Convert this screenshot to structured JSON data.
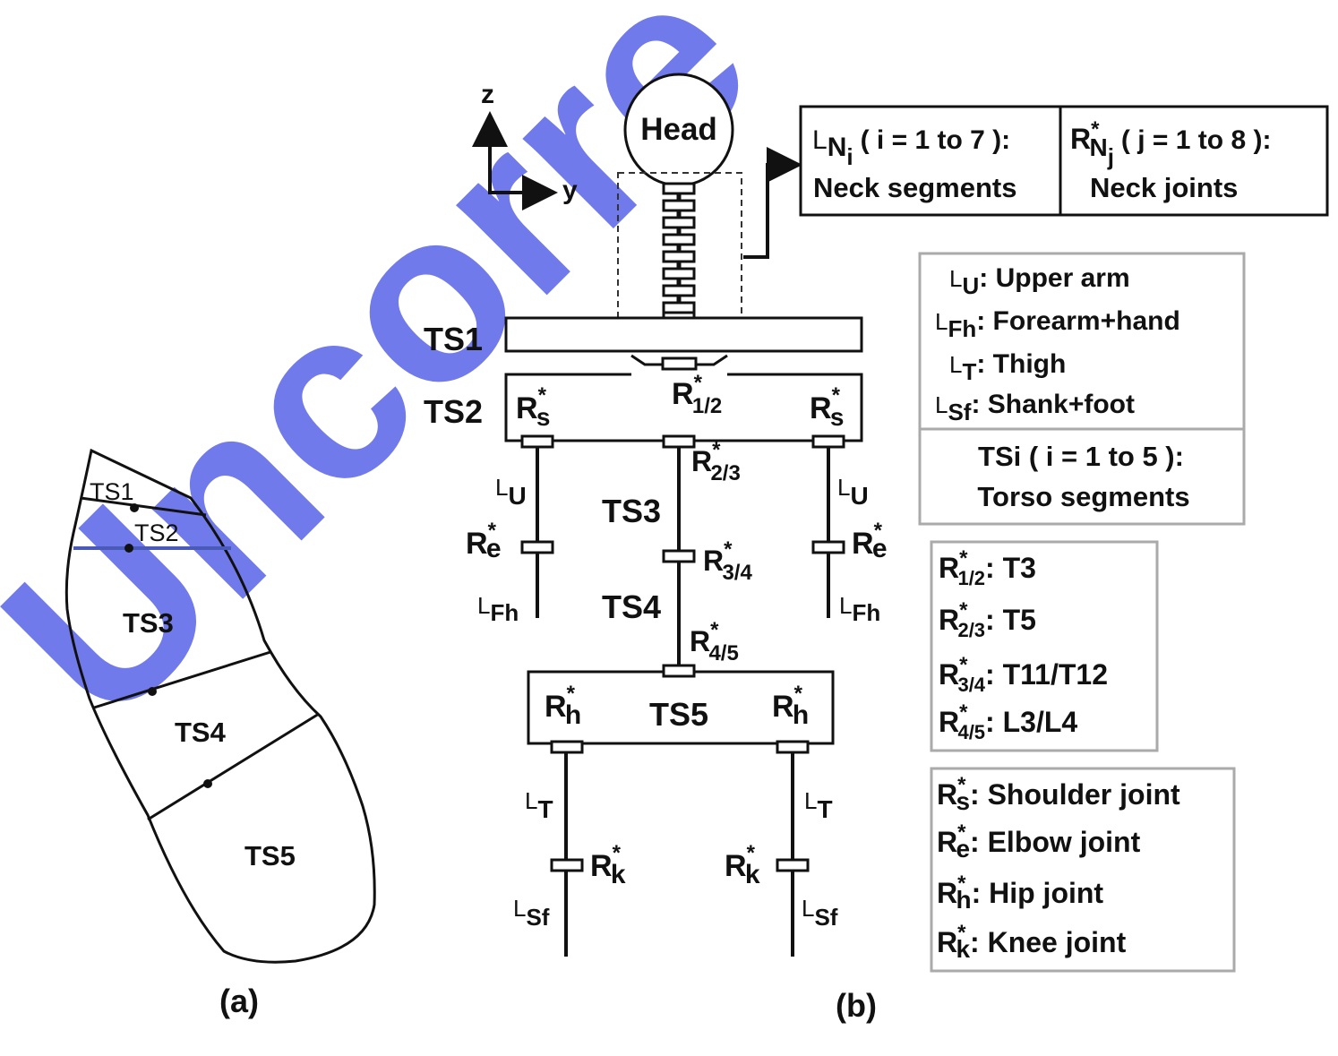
{
  "watermark": "Uncorre",
  "panel_a": {
    "caption": "(a)",
    "segments": [
      "TS1",
      "TS2",
      "TS3",
      "TS4",
      "TS5"
    ]
  },
  "panel_b": {
    "caption": "(b)",
    "axes": {
      "z": "z",
      "y": "y"
    },
    "head": "Head",
    "torso_labels": [
      "TS1",
      "TS2",
      "TS3",
      "TS4",
      "TS5"
    ],
    "joints": {
      "r12_base": "R",
      "r12_sup": "*",
      "r12_sub": "1/2",
      "r23_base": "R",
      "r23_sup": "*",
      "r23_sub": "2/3",
      "r34_base": "R",
      "r34_sup": "*",
      "r34_sub": "3/4",
      "r45_base": "R",
      "r45_sup": "*",
      "r45_sub": "4/5",
      "rs_base": "R",
      "rs_sup": "*",
      "rs_sub": "s",
      "re_base": "R",
      "re_sup": "*",
      "re_sub": "e",
      "rh_base": "R",
      "rh_sup": "*",
      "rh_sub": "h",
      "rk_base": "R",
      "rk_sup": "*",
      "rk_sub": "k"
    },
    "limbs": {
      "lu_base": "L",
      "lu_sub": "U",
      "lfh_base": "L",
      "lfh_sub": "Fh",
      "lt_base": "L",
      "lt_sub": "T",
      "lsf_base": "L",
      "lsf_sub": "Sf"
    }
  },
  "neck_box": {
    "left": {
      "base": "L",
      "sub": "N",
      "subsub": "i",
      "range": "( i = 1 to 7 ):",
      "desc": "Neck segments"
    },
    "right": {
      "base": "R",
      "sup": "*",
      "sub": "N",
      "subsub": "j",
      "range": "( j = 1 to 8 ):",
      "desc": "Neck joints"
    }
  },
  "legend_segments": {
    "items": [
      {
        "base": "L",
        "sub": "U",
        "desc": ": Upper arm"
      },
      {
        "base": "L",
        "sub": "Fh",
        "desc": ": Forearm+hand"
      },
      {
        "base": "L",
        "sub": "T",
        "desc": ": Thigh"
      },
      {
        "base": "L",
        "sub": "Sf",
        "desc": ": Shank+foot"
      }
    ],
    "torso_line1": "TSi ( i = 1 to 5 ):",
    "torso_line2": "Torso segments"
  },
  "legend_torso_joints": {
    "items": [
      {
        "base": "R",
        "sup": "*",
        "sub": "1/2",
        "desc": ": T3"
      },
      {
        "base": "R",
        "sup": "*",
        "sub": "2/3",
        "desc": ": T5"
      },
      {
        "base": "R",
        "sup": "*",
        "sub": "3/4",
        "desc": ": T11/T12"
      },
      {
        "base": "R",
        "sup": "*",
        "sub": "4/5",
        "desc": ": L3/L4"
      }
    ]
  },
  "legend_limb_joints": {
    "items": [
      {
        "base": "R",
        "sup": "*",
        "sub": "s",
        "desc": ": Shoulder joint"
      },
      {
        "base": "R",
        "sup": "*",
        "sub": "e",
        "desc": ": Elbow joint"
      },
      {
        "base": "R",
        "sup": "*",
        "sub": "h",
        "desc": ": Hip joint"
      },
      {
        "base": "R",
        "sup": "*",
        "sub": "k",
        "desc": ": Knee joint"
      }
    ]
  }
}
